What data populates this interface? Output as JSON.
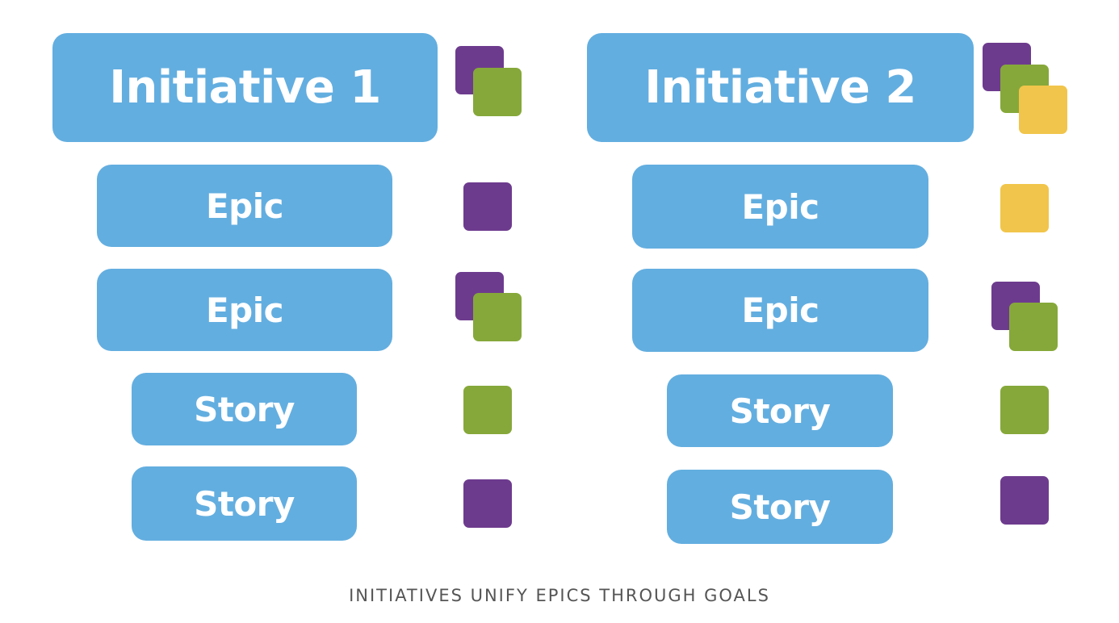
{
  "colors": {
    "box": "#63aee0",
    "purple": "#6d3b8e",
    "green": "#86a83a",
    "yellow": "#f1c54b",
    "caption": "#555555"
  },
  "columns": [
    {
      "initiative": {
        "label": "Initiative 1",
        "goals": [
          "purple",
          "green"
        ]
      },
      "epics": [
        {
          "label": "Epic",
          "goals": [
            "purple"
          ]
        },
        {
          "label": "Epic",
          "goals": [
            "purple",
            "green"
          ]
        }
      ],
      "stories": [
        {
          "label": "Story",
          "goals": [
            "green"
          ]
        },
        {
          "label": "Story",
          "goals": [
            "purple"
          ]
        }
      ]
    },
    {
      "initiative": {
        "label": "Initiative 2",
        "goals": [
          "purple",
          "green",
          "yellow"
        ]
      },
      "epics": [
        {
          "label": "Epic",
          "goals": [
            "yellow"
          ]
        },
        {
          "label": "Epic",
          "goals": [
            "purple",
            "green"
          ]
        }
      ],
      "stories": [
        {
          "label": "Story",
          "goals": [
            "green"
          ]
        },
        {
          "label": "Story",
          "goals": [
            "purple"
          ]
        }
      ]
    }
  ],
  "caption": "INITIATIVES UNIFY EPICS THROUGH GOALS"
}
